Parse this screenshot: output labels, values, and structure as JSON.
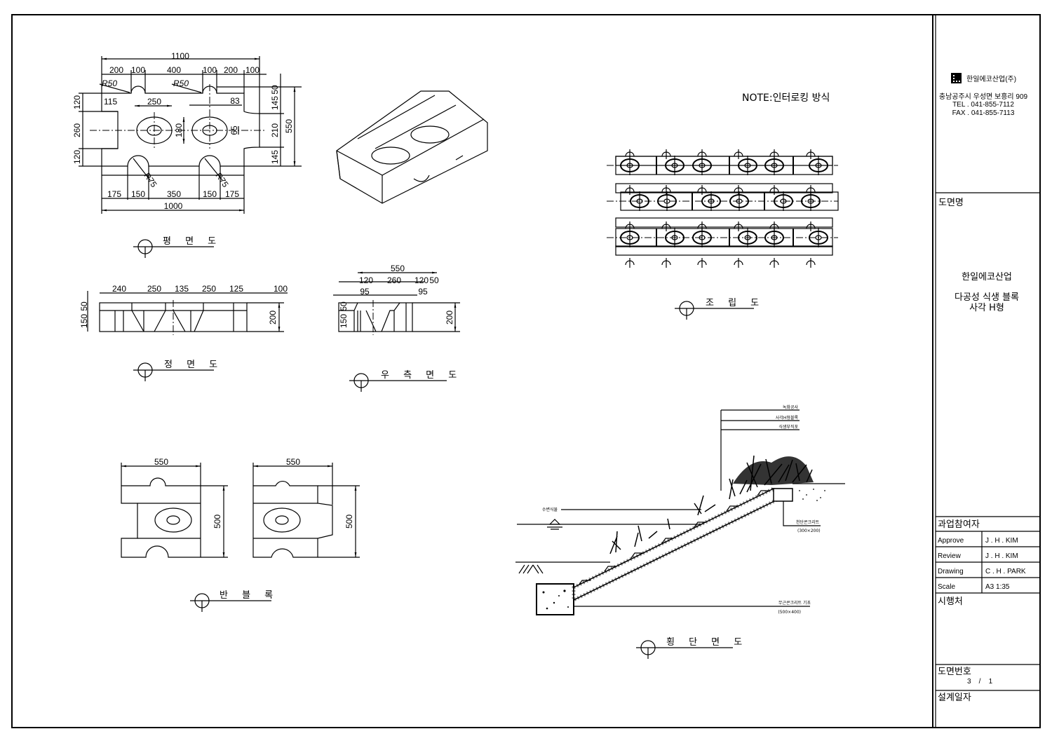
{
  "note": "NOTE:인터로킹 방식",
  "views": {
    "plan": "평 면 도",
    "front": "정 면 도",
    "right_side": "우 측 면 도",
    "half_block": "반 블 록",
    "assembly": "조 립 도",
    "cross_section": "횡 단 면 도"
  },
  "plan_dims": {
    "overall_top": "1100",
    "top_segments": [
      "200",
      "100",
      "400",
      "100",
      "200",
      "100"
    ],
    "r_top": "R50",
    "r_bottom": "R75",
    "d115": "115",
    "d250": "250",
    "d83": "83",
    "left": [
      "120",
      "260",
      "120"
    ],
    "right": [
      "50",
      "145",
      "210",
      "145"
    ],
    "overall_right": "550",
    "ellipse_h": "180",
    "hole_h": "65",
    "bottom_segments": [
      "175",
      "150",
      "350",
      "150",
      "175"
    ],
    "overall_bottom": "1000"
  },
  "front_dims": {
    "top": [
      "240",
      "250",
      "135",
      "250",
      "125",
      "100"
    ],
    "left": [
      "150",
      "50"
    ],
    "right": "200"
  },
  "side_dims": {
    "overall": "550",
    "top": [
      "120",
      "260",
      "120",
      "50"
    ],
    "inner": [
      "95",
      "95"
    ],
    "left": [
      "150",
      "50"
    ],
    "right": "200"
  },
  "half_block_dims": {
    "width": "550",
    "height": "500"
  },
  "section_labels": {
    "greening": "녹화공사",
    "block": "사각H형블록",
    "fabric": "식생부직포",
    "aquatic": "수변식물",
    "crown": "천단콘크리트",
    "crown_size": "(300×200)",
    "foundation": "무근콘크리트 기초",
    "foundation_size": "(500×400)"
  },
  "title_block": {
    "company": "한일에코산업(주)",
    "address": "충남공주시 우성면 보흥리 909",
    "tel": "TEL . 041-855-7112",
    "fax": "FAX . 041-855-7113",
    "drawing_name_label": "도면명",
    "drawing_name_company": "한일에코산업",
    "drawing_name_line1": "다공성 식생 블록",
    "drawing_name_line2": "사각 H형",
    "participants_label": "과업참여자",
    "rows": [
      {
        "k": "Approve",
        "v": "J . H . KIM"
      },
      {
        "k": "Review",
        "v": "J . H . KIM"
      },
      {
        "k": "Drawing",
        "v": "C . H . PARK"
      },
      {
        "k": "Scale",
        "v": "A3  1:35"
      }
    ],
    "client_label": "시행처",
    "drawing_no_label": "도면번호",
    "drawing_no": "3    /    1",
    "design_date_label": "설계일자"
  }
}
